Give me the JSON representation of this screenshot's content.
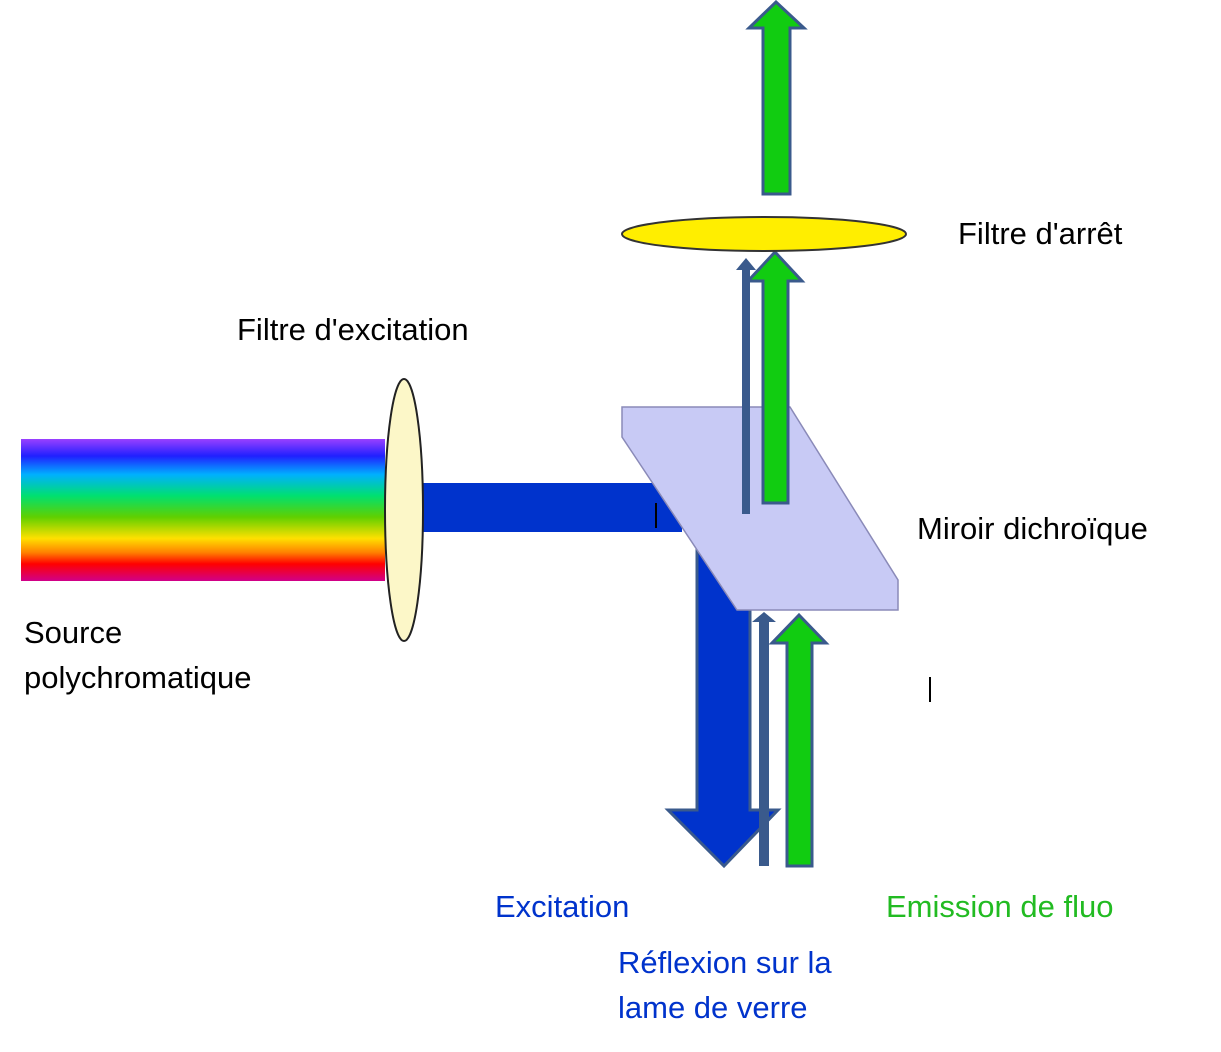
{
  "labels": {
    "filtre_arret": "Filtre d'arrêt",
    "filtre_excitation": "Filtre d'excitation",
    "miroir_dichroique": "Miroir dichroïque",
    "source": "Source\npolychromatique",
    "excitation": "Excitation",
    "emission": "Emission de fluo",
    "reflexion": "Réflexion sur la\nlame de verre"
  },
  "colors": {
    "excitation_beam": "#0033cc",
    "emission_arrow": "#11cc11",
    "arrow_outline": "#3a5a8c",
    "reflection_arrow": "#3a5a8c",
    "mirror_fill": "#c8caf5",
    "stop_filter_fill": "#ffee00",
    "excitation_filter_fill": "#fcf7c8",
    "text_excitation": "#0033cc",
    "text_emission": "#22bb22"
  }
}
